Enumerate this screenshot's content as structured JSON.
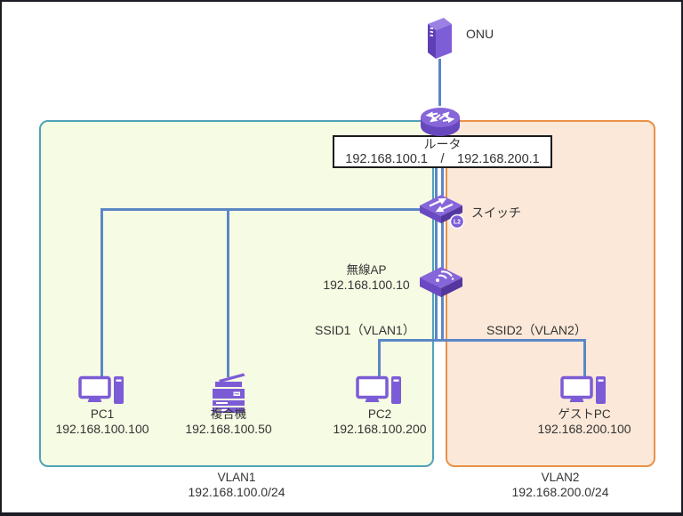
{
  "diagram_type": "network-topology",
  "colors": {
    "icon_purple_main": "#7e5ed6",
    "icon_purple_dark": "#5f3fb5",
    "icon_purple_light": "#9c81e4",
    "link_blue": "#5b87c5",
    "vlan1_fill": "#f6fbe3",
    "vlan1_border": "#4fa3b8",
    "vlan2_fill": "#fbe8d8",
    "vlan2_border": "#ea9148",
    "label_box_border": "#1a1a1a",
    "text": "#333333"
  },
  "nodes": {
    "onu": {
      "label": "ONU"
    },
    "router": {
      "label": "ルータ",
      "ips": "192.168.100.1　/　192.168.200.1"
    },
    "switch": {
      "label": "スイッチ",
      "badge": "L2"
    },
    "ap": {
      "label": "無線AP",
      "ip": "192.168.100.10"
    },
    "pc1": {
      "label": "PC1",
      "ip": "192.168.100.100"
    },
    "mfp": {
      "label": "複合機",
      "ip": "192.168.100.50"
    },
    "pc2": {
      "label": "PC2",
      "ip": "192.168.100.200"
    },
    "guest_pc": {
      "label": "ゲストPC",
      "ip": "192.168.200.100"
    }
  },
  "ssids": {
    "ssid1": {
      "label": "SSID1（VLAN1）"
    },
    "ssid2": {
      "label": "SSID2（VLAN2）"
    }
  },
  "vlans": {
    "vlan1": {
      "name": "VLAN1",
      "subnet": "192.168.100.0/24"
    },
    "vlan2": {
      "name": "VLAN2",
      "subnet": "192.168.200.0/24"
    }
  }
}
